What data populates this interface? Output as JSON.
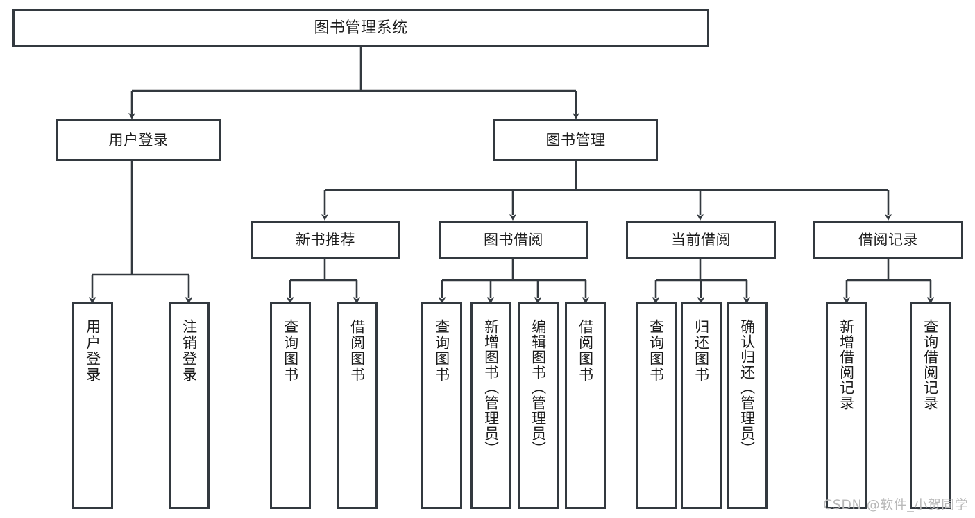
{
  "diagram": {
    "title": "图书管理系统",
    "type": "function-structure-tree",
    "orientation": "top-down",
    "edge_color": "#33393f",
    "node_border_color": "#33393f",
    "node_fill_color": "#ffffff",
    "text_color": "#1c1c1c"
  },
  "nodes": {
    "root": {
      "label": "图书管理系统",
      "level": 1
    },
    "l2": [
      {
        "id": "user-login",
        "label": "用户登录",
        "level": 2
      },
      {
        "id": "book-manage",
        "label": "图书管理",
        "level": 2
      }
    ],
    "l3": [
      {
        "id": "new-book-recommend",
        "label": "新书推荐",
        "level": 3,
        "parent": "book-manage"
      },
      {
        "id": "book-borrow",
        "label": "图书借阅",
        "level": 3,
        "parent": "book-manage"
      },
      {
        "id": "current-borrow",
        "label": "当前借阅",
        "level": 3,
        "parent": "book-manage"
      },
      {
        "id": "borrow-record",
        "label": "借阅记录",
        "level": 3,
        "parent": "book-manage"
      }
    ],
    "leaves": [
      {
        "id": "leaf-user-login",
        "label": "用户登录",
        "parent": "user-login"
      },
      {
        "id": "leaf-logout",
        "label": "注销登录",
        "parent": "user-login"
      },
      {
        "id": "leaf-query-book-1",
        "label": "查询图书",
        "parent": "new-book-recommend"
      },
      {
        "id": "leaf-borrow-book-1",
        "label": "借阅图书",
        "parent": "new-book-recommend"
      },
      {
        "id": "leaf-query-book-2",
        "label": "查询图书",
        "parent": "book-borrow"
      },
      {
        "id": "leaf-add-book",
        "label": "新增图书（管理员）",
        "parent": "book-borrow"
      },
      {
        "id": "leaf-edit-book",
        "label": "编辑图书（管理员）",
        "parent": "book-borrow"
      },
      {
        "id": "leaf-borrow-book-2",
        "label": "借阅图书",
        "parent": "book-borrow"
      },
      {
        "id": "leaf-query-book-3",
        "label": "查询图书",
        "parent": "current-borrow"
      },
      {
        "id": "leaf-return-book",
        "label": "归还图书",
        "parent": "current-borrow"
      },
      {
        "id": "leaf-confirm-return",
        "label": "确认归还（管理员）",
        "parent": "current-borrow"
      },
      {
        "id": "leaf-add-record",
        "label": "新增借阅记录",
        "parent": "borrow-record"
      },
      {
        "id": "leaf-query-record",
        "label": "查询借阅记录",
        "parent": "borrow-record"
      }
    ]
  },
  "watermark": {
    "text": "CSDN @软件_小贺同学"
  }
}
